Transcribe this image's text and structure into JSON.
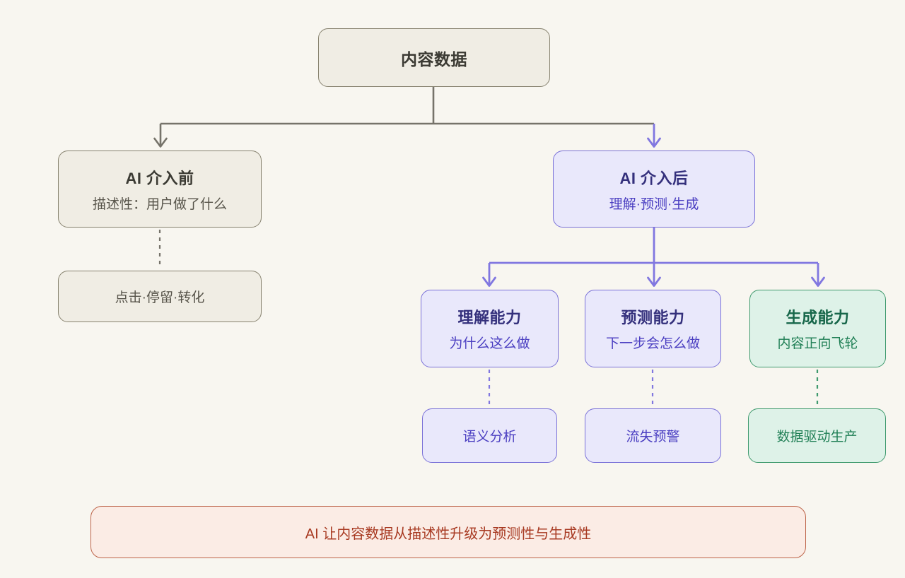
{
  "diagram": {
    "nodes": {
      "root": {
        "title": "内容数据"
      },
      "before": {
        "title": "AI 介入前",
        "subtitle": "描述性：用户做了什么"
      },
      "before_leaf": {
        "label": "点击·停留·转化"
      },
      "after": {
        "title": "AI 介入后",
        "subtitle": "理解·预测·生成"
      },
      "understand": {
        "title": "理解能力",
        "subtitle": "为什么这么做"
      },
      "predict": {
        "title": "预测能力",
        "subtitle": "下一步会怎么做"
      },
      "generate": {
        "title": "生成能力",
        "subtitle": "内容正向飞轮"
      },
      "understand_leaf": {
        "label": "语义分析"
      },
      "predict_leaf": {
        "label": "流失预警"
      },
      "generate_leaf": {
        "label": "数据驱动生产"
      },
      "banner": {
        "label": "AI 让内容数据从描述性升级为预测性与生成性"
      }
    },
    "palette": {
      "background": "#f8f6f0",
      "neutral_fill": "#f0ede4",
      "neutral_border": "#87826f",
      "neutral_text": "#3b3a33",
      "purple_fill": "#e9e8fb",
      "purple_border": "#7a71d8",
      "purple_title": "#34307c",
      "purple_text": "#4a3ec1",
      "green_fill": "#def2e8",
      "green_border": "#3f9a6e",
      "green_title": "#17674a",
      "green_text": "#1f7f55",
      "banner_fill": "#fbece5",
      "banner_border": "#bd6449",
      "banner_text": "#a83a22",
      "edge_gray": "#76736a",
      "edge_purple": "#8177e0",
      "edge_green": "#3f9a6e"
    }
  }
}
